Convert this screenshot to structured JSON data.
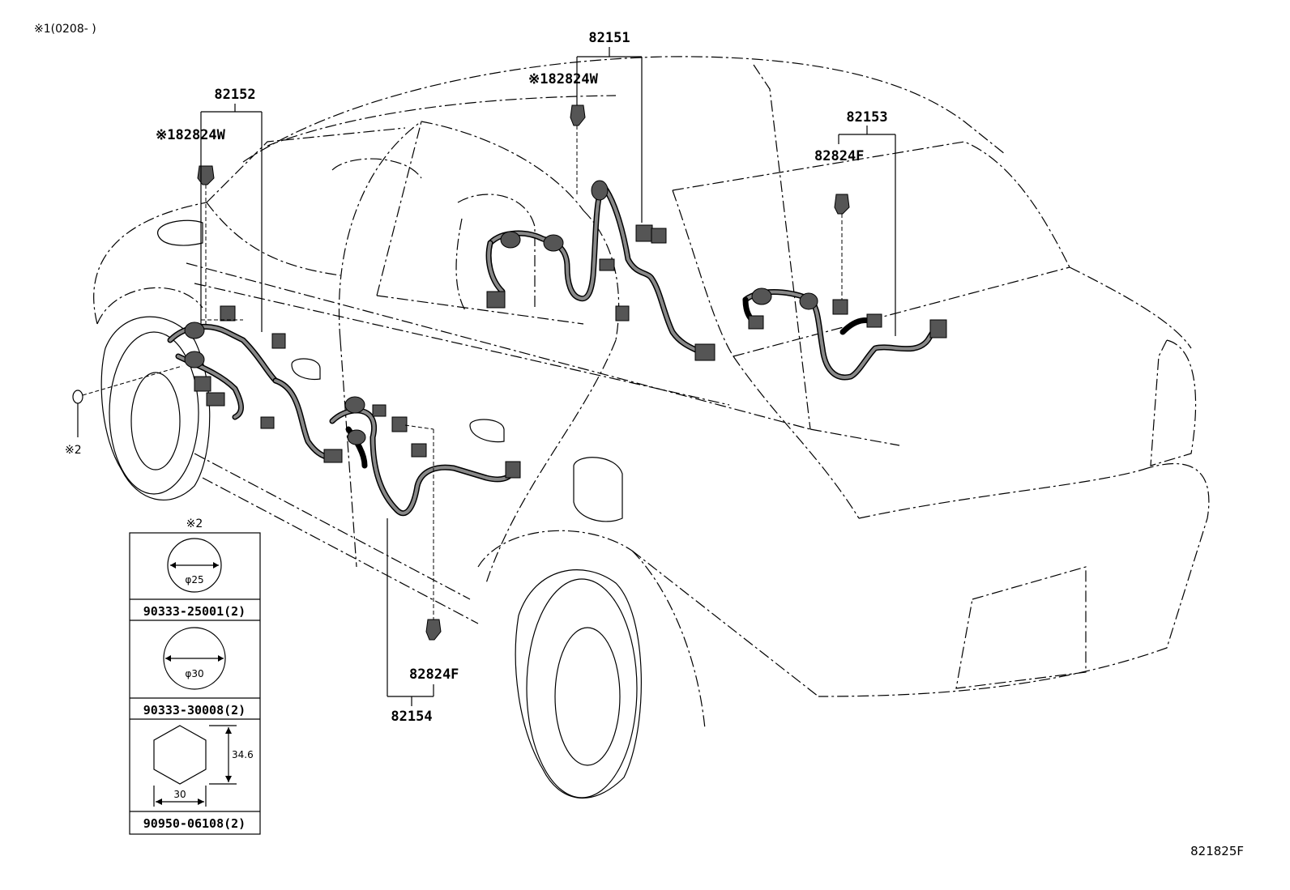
{
  "note_top": "※1(0208-    )",
  "callouts": {
    "p82151": "82151",
    "p82824w_right": "※182824W",
    "p82152": "82152",
    "p82824w_left": "※182824W",
    "p82153": "82153",
    "p82824f_rear": "82824F",
    "p82824f_bottom": "82824F",
    "p82154": "82154",
    "ref2_side": "※2"
  },
  "plug_table": {
    "header": "※2",
    "rows": [
      {
        "dim": "φ25",
        "part": "90333-25001(2)"
      },
      {
        "dim": "φ30",
        "part": "90333-30008(2)"
      },
      {
        "dim_h": "34.6",
        "dim_w": "30",
        "part": "90950-06108(2)"
      }
    ]
  },
  "figure_id": "821825F"
}
